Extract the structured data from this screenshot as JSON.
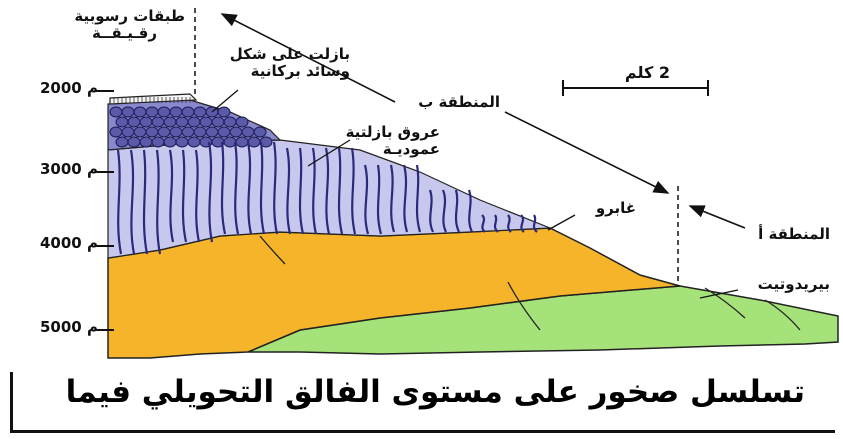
{
  "labels": {
    "sediment": [
      "طبقات رسوبية",
      "رقـيـقــة"
    ],
    "pillow_basalt": [
      "بازلت على شكل",
      "وسائد بركانية"
    ],
    "zone_b": "المنطقة ب",
    "scale": "2 كلم",
    "dikes": [
      "عروق بازلتية",
      "عموديـة"
    ],
    "gabbro": "غابرو",
    "zone_a": "المنطقة أ",
    "peridotite": "بيريدوتيت"
  },
  "depths": [
    "2000 م",
    "3000 م",
    "4000 م",
    "5000 م"
  ],
  "caption": "تسلسل صخور على مستوى الفالق التحويلي فيما",
  "colors": {
    "peridotite": "#a6e27a",
    "gabbro": "#f5b42a",
    "dike_zone": "#c8c8ee",
    "pillow": "#5a5aa8",
    "dike_stroke": "#2a2a7a"
  }
}
